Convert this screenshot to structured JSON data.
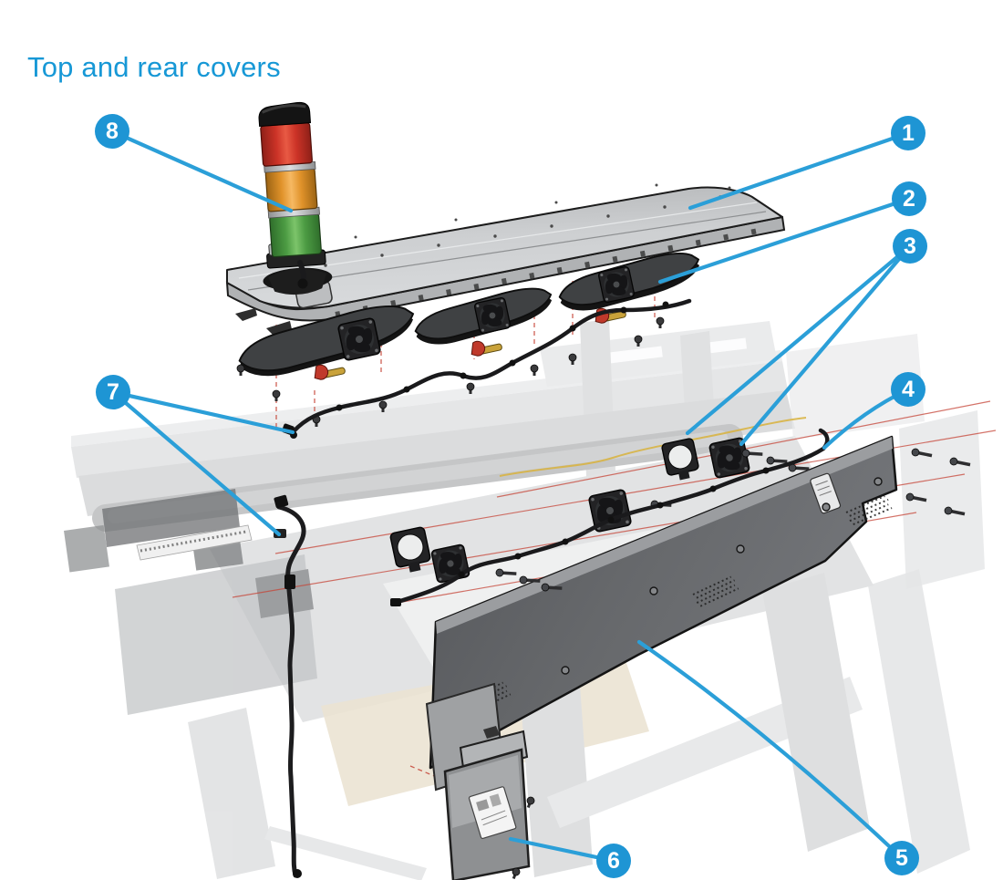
{
  "page": {
    "title": "Top and rear covers"
  },
  "colors": {
    "accent_blue": "#1798d6",
    "leader_blue": "#2b9fd8",
    "beacon_red": "#d43a2e",
    "beacon_amber": "#eda33b",
    "beacon_green": "#4fa64a",
    "top_cover_gray": "#c9cbcd",
    "rear_cover_gray": "#5e6062",
    "alignment_red": "#c64437"
  },
  "callouts": [
    {
      "number": "1"
    },
    {
      "number": "2"
    },
    {
      "number": "3"
    },
    {
      "number": "4"
    },
    {
      "number": "5"
    },
    {
      "number": "6"
    },
    {
      "number": "7"
    },
    {
      "number": "8"
    }
  ]
}
